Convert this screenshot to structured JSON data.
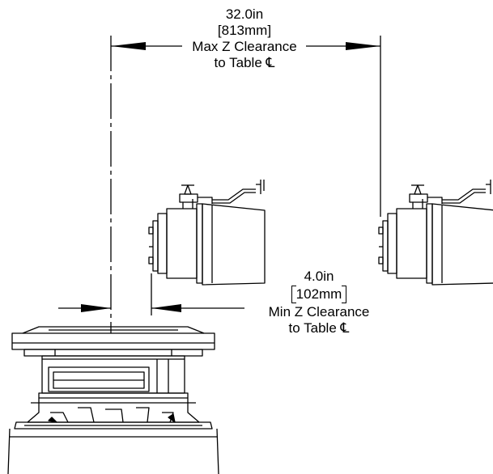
{
  "colors": {
    "ink": "#000000",
    "background": "#ffffff"
  },
  "max_clearance": {
    "inches": "32.0in",
    "millimeters": "[813mm]",
    "title": "Max Z Clearance",
    "reference": "to Table",
    "centerline_symbol": "℄"
  },
  "min_clearance": {
    "inches": "4.0in",
    "millimeters": "102mm",
    "title": "Min Z Clearance",
    "reference": "to Table",
    "centerline_symbol": "℄"
  }
}
